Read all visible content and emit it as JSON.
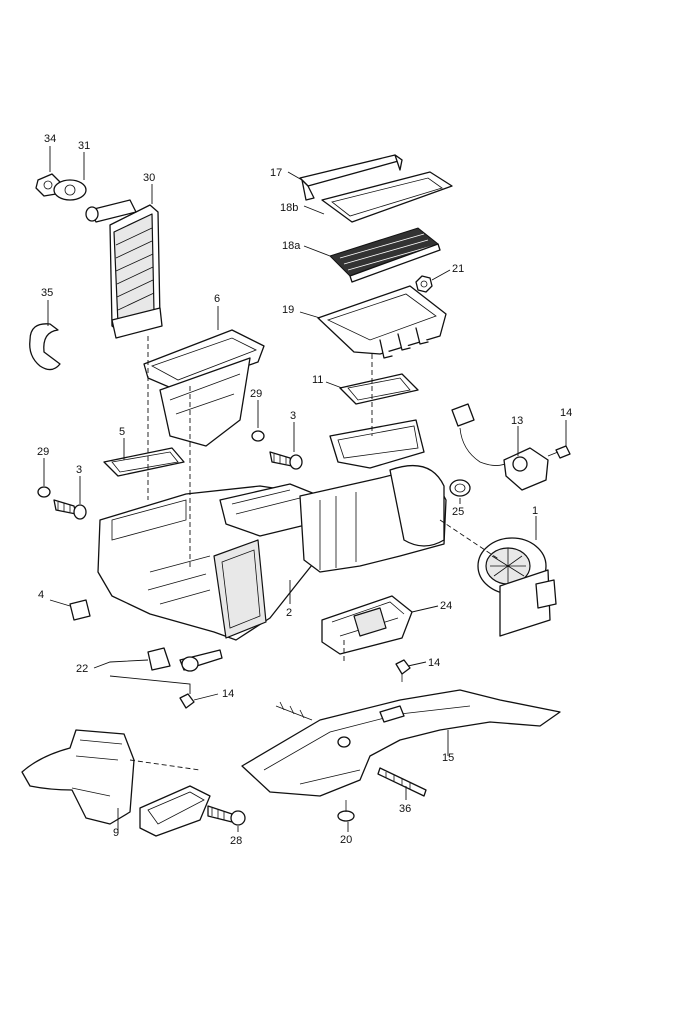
{
  "callouts": {
    "c34": "34",
    "c31": "31",
    "c30": "30",
    "c35": "35",
    "c17": "17",
    "c18b": "18b",
    "c18a": "18a",
    "c21": "21",
    "c6": "6",
    "c19": "19",
    "c11": "11",
    "c29a": "29",
    "c3a": "3",
    "c13": "13",
    "c14a": "14",
    "c5": "5",
    "c29b": "29",
    "c3b": "3",
    "c25": "25",
    "c1": "1",
    "c4": "4",
    "c2": "2",
    "c24": "24",
    "c14b": "14",
    "c22": "22",
    "c14c": "14",
    "c15": "15",
    "c9": "9",
    "c28": "28",
    "c36": "36",
    "c20": "20"
  }
}
